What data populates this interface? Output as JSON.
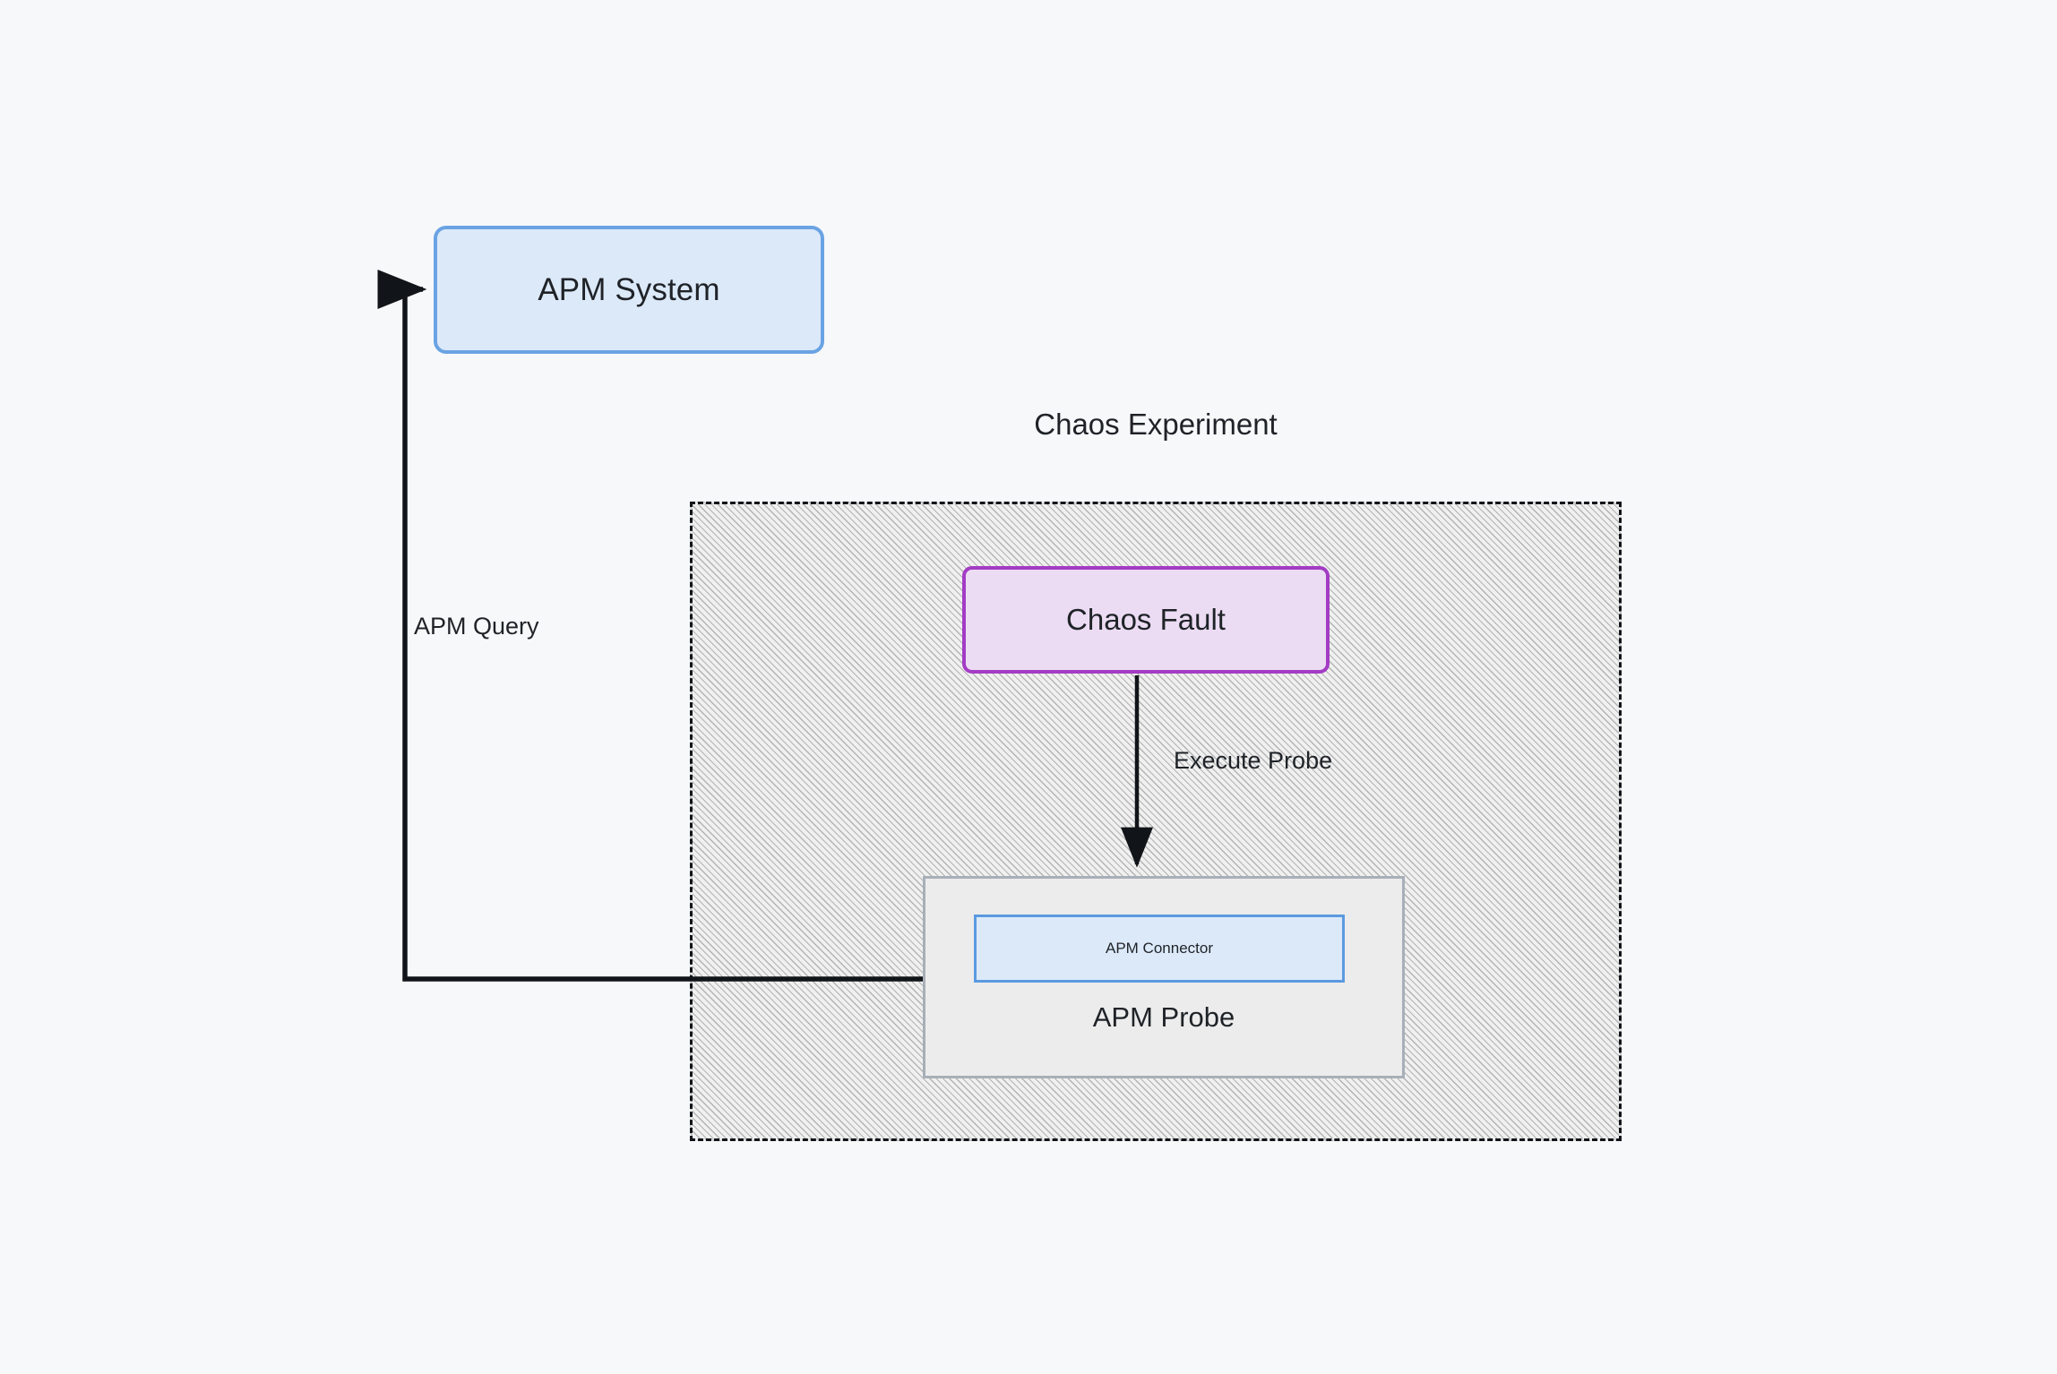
{
  "diagram": {
    "background_color": "#f7f8fa",
    "title": "Chaos Experiment",
    "nodes": {
      "apm_system": {
        "label": "APM System",
        "fill": "#dce9f9",
        "stroke": "#6aa3e3"
      },
      "chaos_fault": {
        "label": "Chaos Fault",
        "fill": "#ecdcf3",
        "stroke": "#a33cc4"
      },
      "apm_probe": {
        "label": "APM Probe",
        "fill": "#ececec",
        "stroke": "#a8afb8"
      },
      "apm_connector": {
        "label": "APM Connector",
        "fill": "#dce9f9",
        "stroke": "#5b9ae0"
      }
    },
    "container": {
      "label": "Chaos Experiment",
      "stroke": "#111418",
      "style": "dashed-hatched"
    },
    "edges": [
      {
        "id": "apm-query-edge",
        "label": "APM Query",
        "from": "apm_probe",
        "to": "apm_system",
        "stroke": "#111418"
      },
      {
        "id": "execute-probe-edge",
        "label": "Execute Probe",
        "from": "chaos_fault",
        "to": "apm_probe",
        "stroke": "#111418"
      }
    ]
  }
}
